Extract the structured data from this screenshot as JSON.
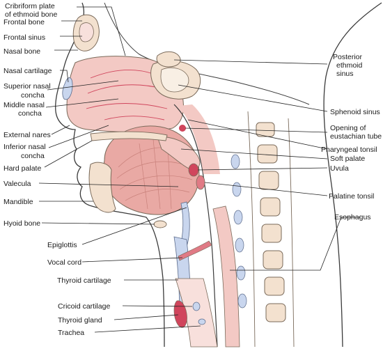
{
  "labels": {
    "cribriform_plate": "Cribriform plate",
    "of_ethmoid_bone": "of ethmoid bone",
    "frontal_bone": "Frontal bone",
    "frontal_sinus": "Frontal sinus",
    "nasal_bone": "Nasal bone",
    "nasal_cartilage": "Nasal cartilage",
    "superior_nasal": "Superior nasal",
    "superior_concha": "concha",
    "middle_nasal": "Middle nasal",
    "middle_concha": "concha",
    "external_nares": "External nares",
    "inferior_nasal": "Inferior nasal",
    "inferior_concha": "concha",
    "hard_palate": "Hard palate",
    "valecula": "Valecula",
    "mandible": "Mandible",
    "hyoid_bone": "Hyoid bone",
    "epiglottis": "Epiglottis",
    "vocal_cord": "Vocal cord",
    "thyroid_cartilage": "Thyroid cartilage",
    "cricoid_cartilage": "Cricoid cartilage",
    "thyroid_gland": "Thyroid gland",
    "trachea": "Trachea",
    "posterior": "Posterior",
    "ethmoid": "ethmoid",
    "sinus": "sinus",
    "sphenoid_sinus": "Sphenoid sinus",
    "opening_of": "Opening of",
    "eustachian_tube": "eustachian tube",
    "pharyngeal_tonsil": "Pharyngeal tonsil",
    "soft_palate": "Soft palate",
    "uvula": "Uvula",
    "palatine_tonsil": "Palatine tonsil",
    "esophagus": "Esophagus"
  },
  "colors": {
    "outline": "#3a3a3a",
    "skin": "#ffffff",
    "tissue_pink": "#f3c9c4",
    "tissue_light": "#f8e0dc",
    "muscle": "#e9a9a4",
    "bone": "#f3e1cf",
    "bone_edge": "#7a6a5a",
    "vessel": "#d0455c",
    "cartilage_blue": "#c9d6ee",
    "leader": "#222222"
  }
}
